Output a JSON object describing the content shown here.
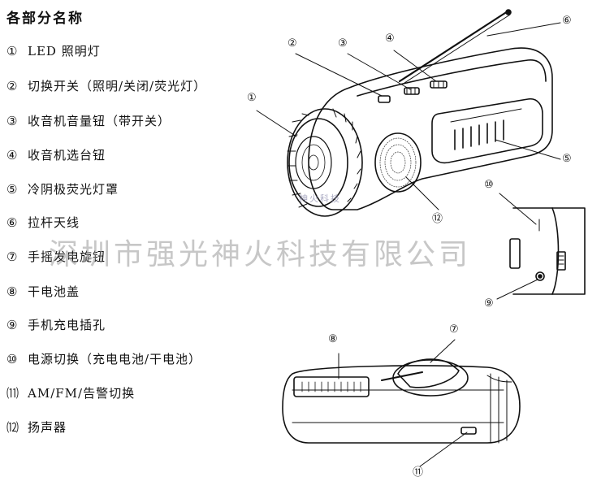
{
  "title": "各部分名称",
  "items": [
    {
      "num": "①",
      "label": "LED 照明灯"
    },
    {
      "num": "②",
      "label": "切换开关（照明/关闭/荧光灯）"
    },
    {
      "num": "③",
      "label": "收音机音量钮（带开关）"
    },
    {
      "num": "④",
      "label": "收音机选台钮"
    },
    {
      "num": "⑤",
      "label": "冷阴极荧光灯罩"
    },
    {
      "num": "⑥",
      "label": "拉杆天线"
    },
    {
      "num": "⑦",
      "label": "手摇发电旋钮"
    },
    {
      "num": "⑧",
      "label": "干电池盖"
    },
    {
      "num": "⑨",
      "label": "手机充电插孔"
    },
    {
      "num": "⑩",
      "label": "电源切换（充电电池/干电池）"
    },
    {
      "num": "⑾",
      "label": "AM/FM/告警切换"
    },
    {
      "num": "⑿",
      "label": "扬声器"
    }
  ],
  "callouts": [
    "①",
    "②",
    "③",
    "④",
    "⑤",
    "⑥",
    "⑦",
    "⑧",
    "⑨",
    "⑩",
    "⑪",
    "⑫"
  ],
  "watermark": "深圳市强光神火科技有限公司",
  "faint_mark": "神火科技"
}
